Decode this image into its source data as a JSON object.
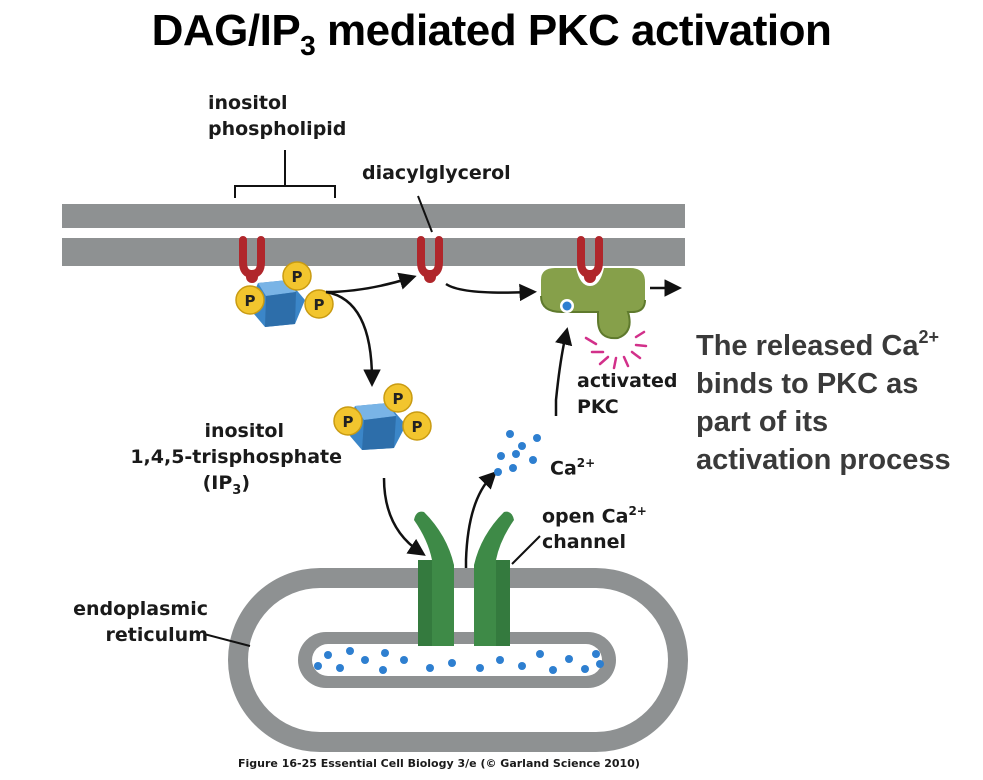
{
  "title": {
    "main": "DAG/IP",
    "sub": "3",
    "rest": " mediated PKC activation"
  },
  "labels": {
    "inositol_phospholipid_1": "inositol",
    "inositol_phospholipid_2": "phospholipid",
    "diacylglycerol": "diacylglycerol",
    "ip3_1": "inositol",
    "ip3_2": "1,4,5-trisphosphate",
    "ip3_3_a": "(IP",
    "ip3_3_sub": "3",
    "ip3_3_b": ")",
    "activated_pkc_1": "activated",
    "activated_pkc_2": "PKC",
    "ca": "Ca",
    "ca_sup": "2+",
    "open_channel_1": "open Ca",
    "open_channel_sup": "2+",
    "open_channel_2": "channel",
    "er_1": "endoplasmic",
    "er_2": "reticulum",
    "phosphate": "P"
  },
  "callout": {
    "line1": "The released Ca",
    "line1_sup": "2+",
    "line2": "binds to PKC as",
    "line3": "part of its",
    "line4": "activation process"
  },
  "caption": "Figure 16-25  Essential Cell Biology 3/e (© Garland Science 2010)",
  "colors": {
    "membrane": "#8e9192",
    "lipid": "#b0262b",
    "ip_hex": "#3b86c8",
    "phosphate": "#f2c52e",
    "pkc": "#86a04a",
    "channel": "#3e8a47",
    "ion": "#2e7fd0",
    "spark": "#d2308a"
  }
}
